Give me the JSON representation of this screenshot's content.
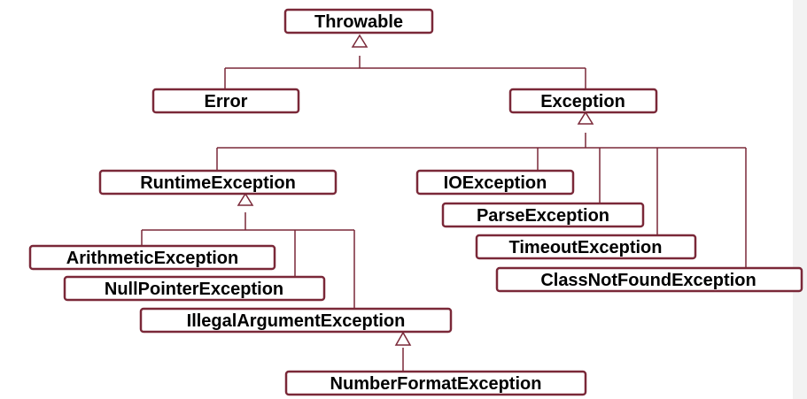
{
  "colors": {
    "box_border": "#7a2838",
    "line": "#7a2838",
    "text": "#000000",
    "background": "#ffffff",
    "edge_strip": "#f2f2f2"
  },
  "nodes": {
    "throwable": "Throwable",
    "error": "Error",
    "exception": "Exception",
    "runtime_exception": "RuntimeException",
    "io_exception": "IOException",
    "parse_exception": "ParseException",
    "timeout_exception": "TimeoutException",
    "class_not_found_exception": "ClassNotFoundException",
    "arithmetic_exception": "ArithmeticException",
    "null_pointer_exception": "NullPointerException",
    "illegal_argument_exception": "IllegalArgumentException",
    "number_format_exception": "NumberFormatException"
  }
}
